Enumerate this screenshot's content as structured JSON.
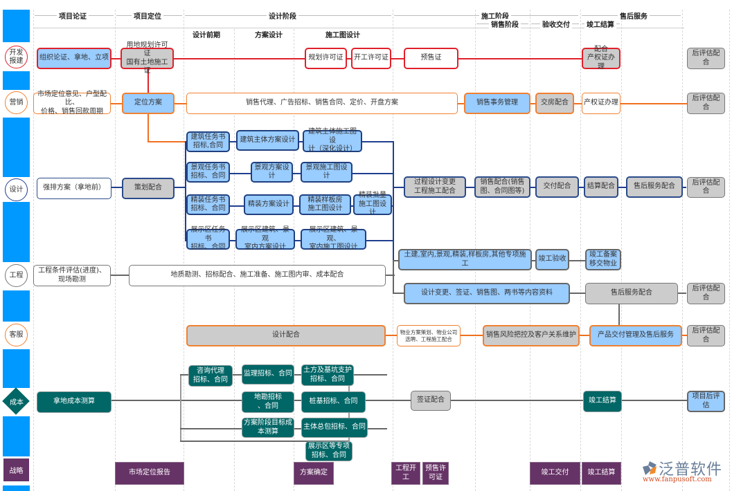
{
  "phases": {
    "top": [
      "项目论证",
      "项目定位",
      "设计阶段",
      "施工阶段",
      "售后服务"
    ],
    "sub": [
      "设计前期",
      "方案设计",
      "施工图设计",
      "销售阶段",
      "验收交付",
      "竣工结算"
    ]
  },
  "lanes": [
    {
      "label": "开发\n报建",
      "color": "#e0202a"
    },
    {
      "label": "营销",
      "color": "#f08030"
    },
    {
      "label": "设计",
      "color": "#1f3f8f"
    },
    {
      "label": "工程",
      "color": "#777777"
    },
    {
      "label": "客服",
      "color": "#f08030"
    },
    {
      "label": "成本",
      "color": "#006666"
    },
    {
      "label": "战略",
      "color": "#663366"
    }
  ],
  "dev": {
    "n1": "组织论证、拿地、立项",
    "n2": "用地规划许可证\n国有土地施工证",
    "n3": "规划许可证",
    "n4": "开工许可证",
    "n5": "预售证",
    "n6": "配合\n产权证办理",
    "n7": "后评估配合"
  },
  "mkt": {
    "n1": "市场定位意见、户型配比、\n价格、销售回款周期",
    "n2": "定位方案",
    "n3": "销售代理、广告招标、销售合同、定价、开盘方案",
    "n4": "销售事务管理",
    "n5": "交房配合",
    "n6": "产权证办理",
    "n7": "后评估配合"
  },
  "design": {
    "n1": "强排方案（拿地前）",
    "n2": "策划配合",
    "r1": [
      "建筑任务书\n招标,合同",
      "建筑主体方案设计",
      "建筑主体施工图设\n计（深化设计）"
    ],
    "r2": [
      "景观任务书\n招标、合同",
      "景观方案设计",
      "景观施工图设计"
    ],
    "r3": [
      "精装任务书\n招标、合同",
      "精装方案设计",
      "精装样板房\n施工图设计",
      "精装批量\n施工图设计"
    ],
    "r4": [
      "展示区任务书\n招标、合同",
      "展示区建筑、景观\n室内方案设计",
      "展示区建筑、景观、\n室内施工图设计"
    ],
    "n3": "过程设计变更\n工程施工配合",
    "n4": "销售配合(销售\n图、合同图等)",
    "n5": "交付配合",
    "n6": "结算配合",
    "n7": "售后服务配合",
    "n8": "后评估配合"
  },
  "eng": {
    "n1": "工程条件评估(进度)、\n现场勘测",
    "n2": "地质勘测、招标配合、施工准备、施工图内审、成本配合",
    "n3": "土建,室内,景观,精装,样板房,其他专项施工",
    "n4": "竣工验收",
    "n5": "竣工备案\n移交物业",
    "n6": "设计变更、签证、销售图、两书等内容资料",
    "n7": "售后服务配合",
    "n8": "后评估配合"
  },
  "cs": {
    "n1": "设计配合",
    "n2": "物业方案策划、物业公司\n选聘、工程施工配合",
    "n3": "销售风险把控及客户关系维护",
    "n4": "产品交付管理及售后服务",
    "n5": "后评估配合"
  },
  "cost": {
    "n1": "拿地成本测算",
    "a1": "咨询代理\n招标、合同",
    "a2": "监理招标、合同",
    "a3": "土方及基坑支护\n招标、合同",
    "b1": "地勘招标\n、合同",
    "b2": "桩基招标、合同",
    "c1": "方案阶段目标成\n本测算",
    "c2": "主体总包招标、合同",
    "d1": "展示区等专项\n招标、合同",
    "n2": "签证配合",
    "n3": "竣工结算",
    "n4": "项目后评估"
  },
  "strategy": {
    "n1": "市场定位报告",
    "n2": "方案确定",
    "n3": "工程开工",
    "n4": "预售许\n可证",
    "n5": "竣工交付",
    "n6": "竣工结算"
  },
  "logo": {
    "name": "泛普软件",
    "url": "www.fanpusoft.com"
  }
}
